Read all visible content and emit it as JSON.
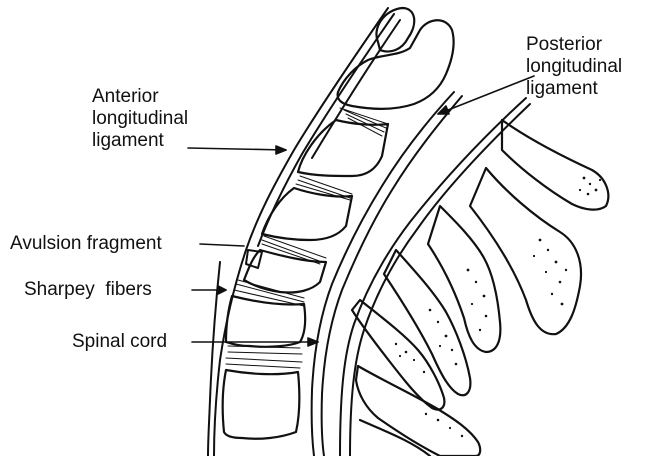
{
  "labels": {
    "anterior": [
      "Anterior",
      "longitudinal",
      "ligament"
    ],
    "posterior": [
      "Posterior",
      "longitudinal",
      "ligament"
    ],
    "avulsion": "Avulsion fragment",
    "sharpey": "Sharpey  fibers",
    "spinal_cord": "Spinal cord"
  },
  "colors": {
    "ink": "#111111",
    "background": "#ffffff"
  }
}
